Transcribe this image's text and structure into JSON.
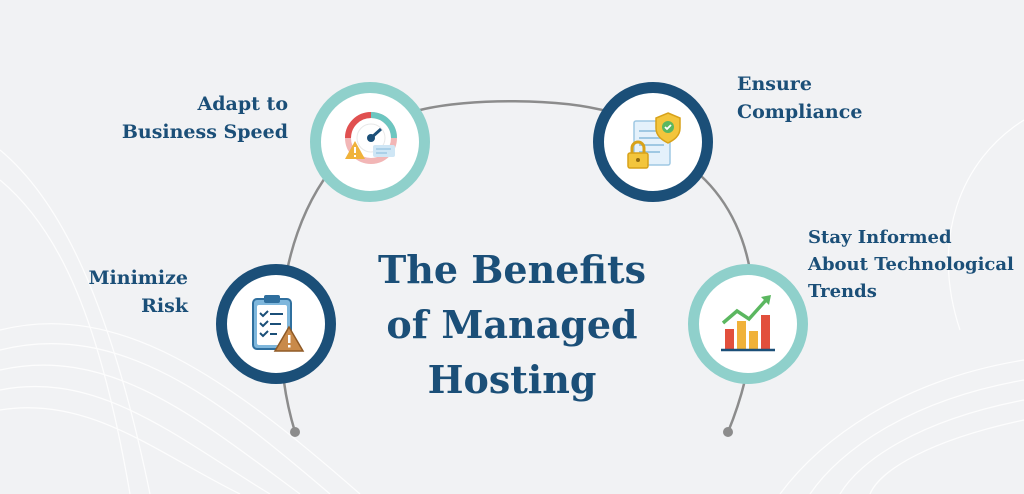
{
  "title": {
    "line1": "The Benefits",
    "line2": "of Managed",
    "line3": "Hosting"
  },
  "benefits": [
    {
      "line1": "Adapt to",
      "line2": "Business Speed",
      "icon": "speedometer-warning-icon",
      "ring_color": "#8fd0cb"
    },
    {
      "line1": "Minimize",
      "line2": "Risk",
      "icon": "clipboard-checklist-warning-icon",
      "ring_color": "#1b4f78"
    },
    {
      "line1": "Ensure",
      "line2": "Compliance",
      "icon": "document-shield-lock-icon",
      "ring_color": "#1b4f78"
    },
    {
      "line1": "Stay Informed",
      "line2": "About Technological",
      "line3": "Trends",
      "icon": "bar-chart-trend-icon",
      "ring_color": "#8fd0cb"
    }
  ],
  "colors": {
    "navy": "#1b4f78",
    "teal": "#8fd0cb",
    "arc": "#8c8c8c",
    "background": "#f1f2f4"
  }
}
